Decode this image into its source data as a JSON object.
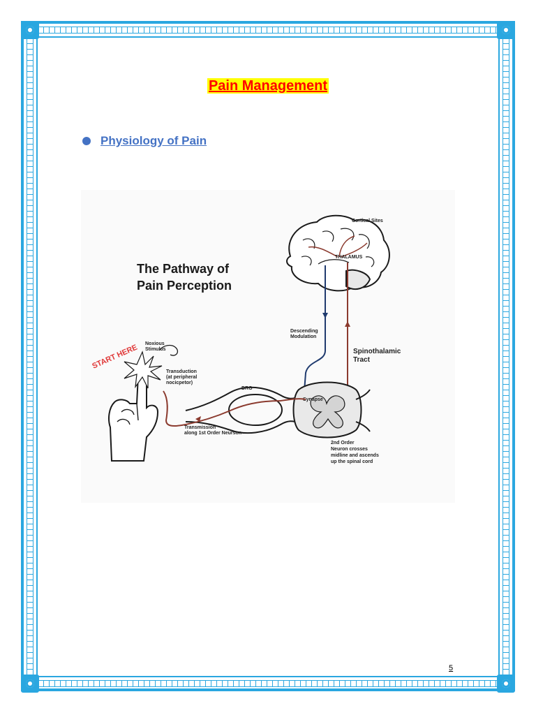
{
  "document": {
    "title": "Pain Management",
    "section_heading": "Physiology of  Pain",
    "page_number": "5"
  },
  "figure": {
    "title_line1": "The Pathway of",
    "title_line2": "Pain Perception",
    "labels": {
      "start_here": "START HERE",
      "noxious_line1": "Noxious",
      "noxious_line2": "Stimulus",
      "transduction_line1": "Transduction",
      "transduction_line2": "(at peripheral",
      "transduction_line3": "nocicpetor)",
      "transmission_line1": "Transmission",
      "transmission_line2": "along 1st Order Neurson",
      "drg": "DRG",
      "synapse": "Synapse",
      "second_order_line1": "2nd Order",
      "second_order_line2": "Neuron crosses",
      "second_order_line3": "midline and ascends",
      "second_order_line4": "up the spinal cord",
      "descending_line1": "Descending",
      "descending_line2": "Modulation",
      "spinothalamic_line1": "Spinothalamic",
      "spinothalamic_line2": "Tract",
      "cortical_sites": "Cortical Sites",
      "thalamus": "THALAMUS"
    }
  },
  "colors": {
    "frame": "#2aa7e0",
    "title_text": "#ff0000",
    "title_highlight": "#ffff00",
    "heading": "#4472c4",
    "ascending_pathway": "#8b3a2e",
    "descending_pathway": "#1f3a6e"
  },
  "icons": [
    "bullet-dot-icon",
    "frame-corner-icon"
  ]
}
